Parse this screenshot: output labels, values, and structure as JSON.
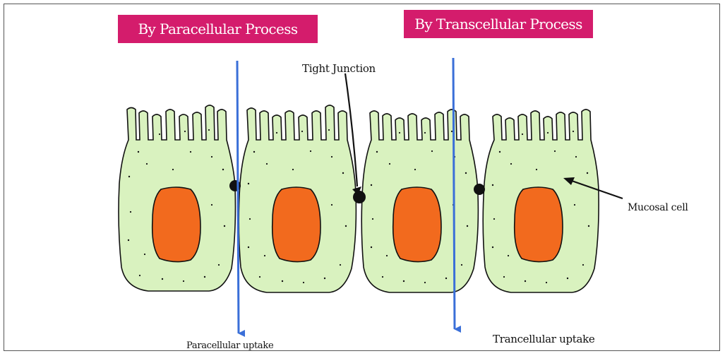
{
  "titles": {
    "paracellular_process": "By Paracellular Process",
    "transcellular_process": "By Transcellular Process"
  },
  "labels": {
    "tight_junction": "Tight Junction",
    "mucosal_cell": "Mucosal cell",
    "paracellular_uptake": "Paracellular uptake",
    "transcellular_uptake": "Trancellular uptake"
  },
  "colors": {
    "title_background": "#d41c6c",
    "cell_fill": "#d9f2bf",
    "nucleus_fill": "#f26a1e",
    "uptake_arrow": "#3a6fd8"
  }
}
